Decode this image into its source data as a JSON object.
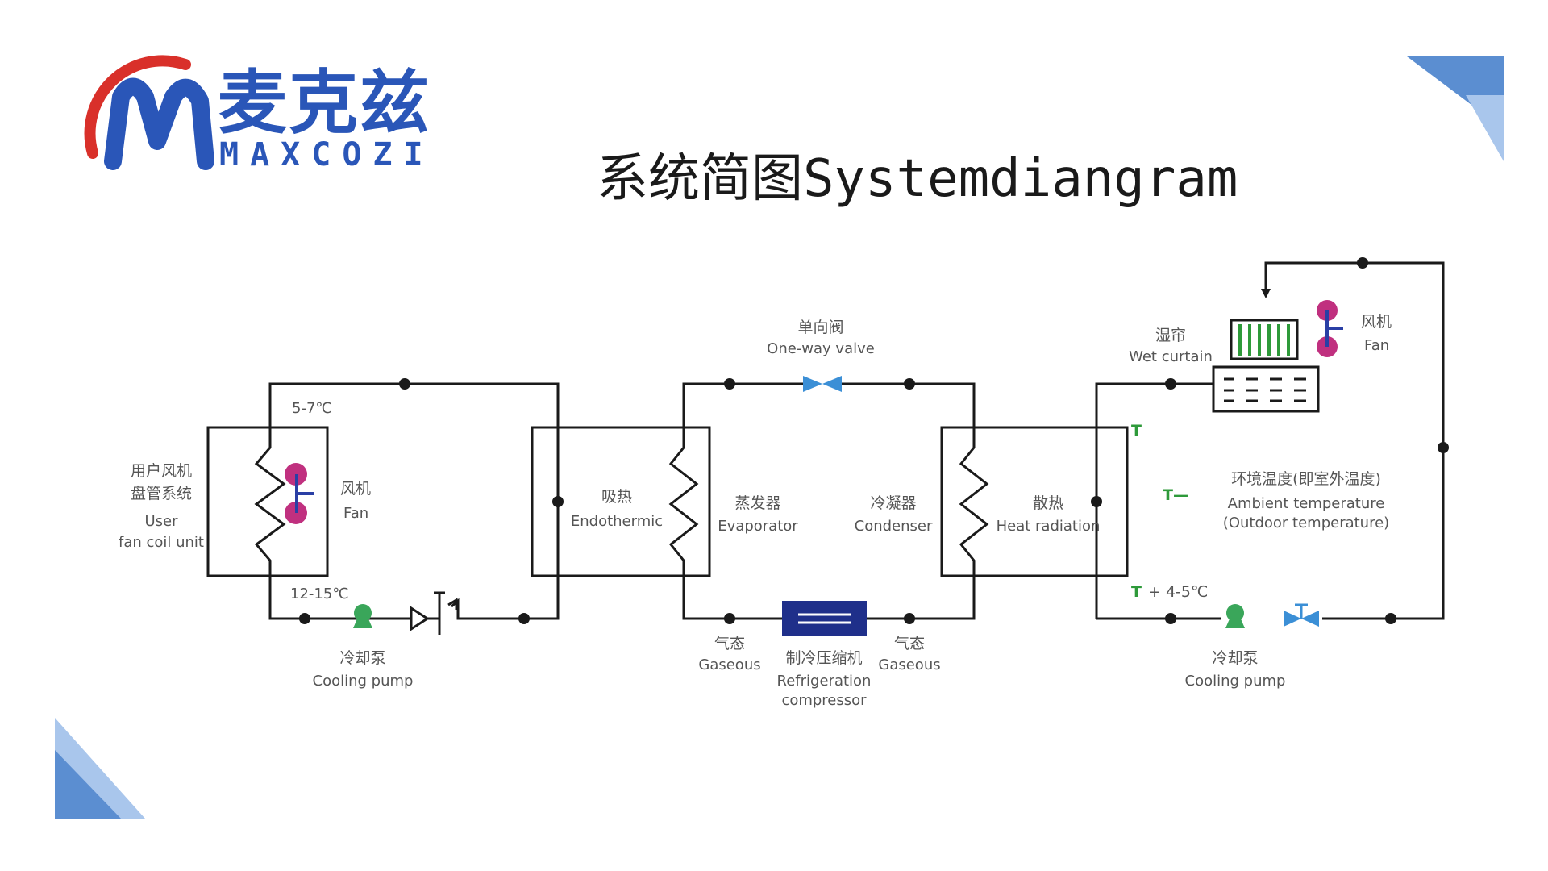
{
  "logo": {
    "name_cn": "麦克兹",
    "name_en": "MAXCOZI",
    "colors": {
      "blue": "#2a56b8",
      "red": "#d9302a"
    }
  },
  "title": "系统简图Systemdiangram",
  "colors": {
    "line": "#1a1a1a",
    "fan": "#c0307f",
    "pump": "#3aa65a",
    "valve": "#3b8fd6",
    "compressor": "#1f2f8a",
    "sensor": "#2e9a3a",
    "corner": "#5b8ed1"
  },
  "diagram": {
    "user_unit": {
      "cn": "用户风机盘管系统",
      "cn_line1": "用户风机",
      "cn_line2": "盘管系统",
      "en_line1": "User",
      "en_line2": "fan coil unit"
    },
    "user_fan": {
      "cn": "风机",
      "en": "Fan"
    },
    "temp_supply": "5-7℃",
    "temp_return": "12-15℃",
    "pump_left": {
      "cn": "冷却泵",
      "en": "Cooling pump"
    },
    "endothermic": {
      "cn": "吸热",
      "en": "Endothermic"
    },
    "evaporator": {
      "cn": "蒸发器",
      "en": "Evaporator"
    },
    "check_valve": {
      "cn": "单向阀",
      "en": "One-way valve"
    },
    "condenser": {
      "cn": "冷凝器",
      "en": "Condenser"
    },
    "heat_radiation": {
      "cn": "散热",
      "en": "Heat radiation"
    },
    "gaseous_left": {
      "cn": "气态",
      "en": "Gaseous"
    },
    "gaseous_right": {
      "cn": "气态",
      "en": "Gaseous"
    },
    "compressor": {
      "cn": "制冷压缩机",
      "en_line1": "Refrigeration",
      "en_line2": "compressor"
    },
    "wet_curtain": {
      "cn": "湿帘",
      "en": "Wet curtain"
    },
    "tower_fan": {
      "cn": "风机",
      "en": "Fan"
    },
    "ambient": {
      "symbol": "T—",
      "cn": "环境温度(即室外温度)",
      "en_line1": "Ambient temperature",
      "en_line2": "(Outdoor temperature)"
    },
    "sensor_top": "T",
    "sensor_bottom": "T",
    "sensor_bottom_note": "+ 4-5℃",
    "pump_right": {
      "cn": "冷却泵",
      "en": "Cooling pump"
    }
  }
}
